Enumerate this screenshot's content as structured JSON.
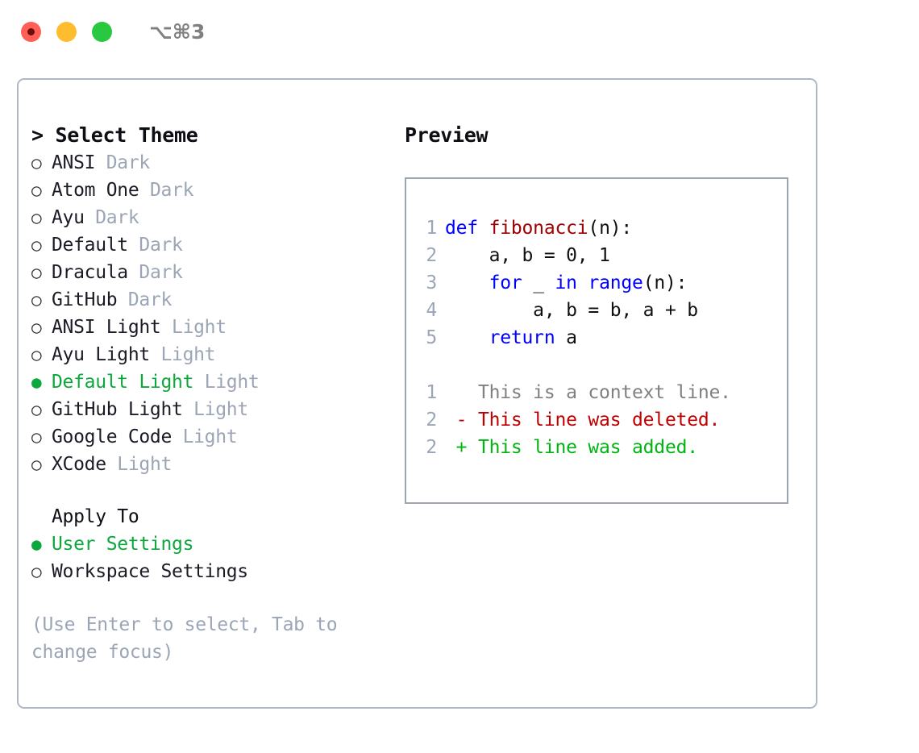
{
  "titlebar": {
    "shortcut": "⌥⌘3",
    "lights": [
      {
        "name": "close",
        "color": "#FF5F57"
      },
      {
        "name": "minimize",
        "color": "#FEBC2E"
      },
      {
        "name": "maximize",
        "color": "#28C840"
      }
    ]
  },
  "theme_section": {
    "header": "> Select Theme",
    "items": [
      {
        "marker": "○",
        "label": "ANSI",
        "tag": "Dark",
        "selected": false
      },
      {
        "marker": "○",
        "label": "Atom One",
        "tag": "Dark",
        "selected": false
      },
      {
        "marker": "○",
        "label": "Ayu",
        "tag": "Dark",
        "selected": false
      },
      {
        "marker": "○",
        "label": "Default",
        "tag": "Dark",
        "selected": false
      },
      {
        "marker": "○",
        "label": "Dracula",
        "tag": "Dark",
        "selected": false
      },
      {
        "marker": "○",
        "label": "GitHub",
        "tag": "Dark",
        "selected": false
      },
      {
        "marker": "○",
        "label": "ANSI Light",
        "tag": "Light",
        "selected": false
      },
      {
        "marker": "○",
        "label": "Ayu Light",
        "tag": "Light",
        "selected": false
      },
      {
        "marker": "●",
        "label": "Default Light",
        "tag": "Light",
        "selected": true
      },
      {
        "marker": "○",
        "label": "GitHub Light",
        "tag": "Light",
        "selected": false
      },
      {
        "marker": "○",
        "label": "Google Code",
        "tag": "Light",
        "selected": false
      },
      {
        "marker": "○",
        "label": "XCode",
        "tag": "Light",
        "selected": false
      }
    ]
  },
  "apply_section": {
    "header": "Apply To",
    "items": [
      {
        "marker": "●",
        "label": "User Settings",
        "selected": true
      },
      {
        "marker": "○",
        "label": "Workspace Settings",
        "selected": false
      }
    ]
  },
  "hint": "(Use Enter to select, Tab to change focus)",
  "preview": {
    "title": "Preview",
    "code_lines": [
      {
        "no": "1",
        "tokens": [
          {
            "t": "def ",
            "c": "kw"
          },
          {
            "t": "fibonacci",
            "c": "fn"
          },
          {
            "t": "(n):",
            "c": "plain"
          }
        ]
      },
      {
        "no": "2",
        "tokens": [
          {
            "t": "    a, b = 0, 1",
            "c": "plain"
          }
        ]
      },
      {
        "no": "3",
        "tokens": [
          {
            "t": "    ",
            "c": "plain"
          },
          {
            "t": "for",
            "c": "kw"
          },
          {
            "t": " _ ",
            "c": "plain"
          },
          {
            "t": "in",
            "c": "kw"
          },
          {
            "t": " ",
            "c": "plain"
          },
          {
            "t": "range",
            "c": "kw"
          },
          {
            "t": "(n):",
            "c": "plain"
          }
        ]
      },
      {
        "no": "4",
        "tokens": [
          {
            "t": "        a, b = b, a + b",
            "c": "plain"
          }
        ]
      },
      {
        "no": "5",
        "tokens": [
          {
            "t": "    ",
            "c": "plain"
          },
          {
            "t": "return",
            "c": "kw"
          },
          {
            "t": " a",
            "c": "plain"
          }
        ]
      }
    ],
    "diff_lines": [
      {
        "no": "1",
        "tokens": [
          {
            "t": "   This is a context line.",
            "c": "ctx"
          }
        ]
      },
      {
        "no": "2",
        "tokens": [
          {
            "t": " - This line was deleted.",
            "c": "del"
          }
        ]
      },
      {
        "no": "2",
        "tokens": [
          {
            "t": " + This line was added.",
            "c": "add"
          }
        ]
      }
    ]
  },
  "colors": {
    "accent_green": "#0BA83C",
    "muted": "#9BA5B5",
    "panel_border": "#AEB8C4",
    "preview_border": "#9AA5B1",
    "keyword": "#0000FF",
    "function": "#A00000",
    "diff_deleted": "#C00000",
    "diff_added": "#00B412"
  }
}
